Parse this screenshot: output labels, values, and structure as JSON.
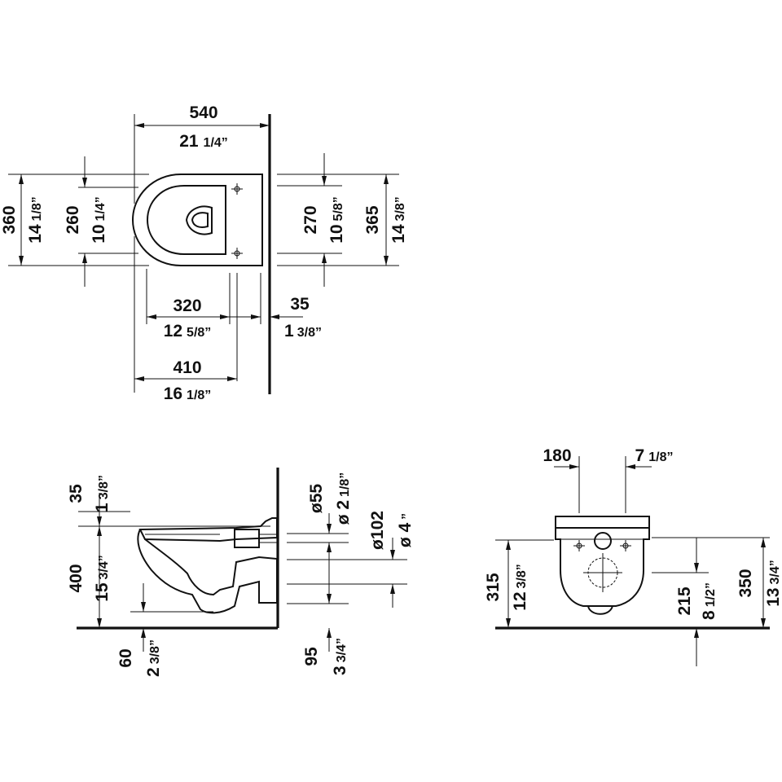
{
  "top_view": {
    "width_mm": "540",
    "width_in_a": "21",
    "width_in_b": "1/4”",
    "depth_mm": "360",
    "depth_in_a": "14",
    "depth_in_b": "1/8”",
    "seat_mm": "260",
    "seat_in_a": "10",
    "seat_in_b": "1/4”",
    "bolt_mm": "270",
    "bolt_in_a": "10",
    "bolt_in_b": "5/8”",
    "total_mm": "365",
    "total_in_a": "14",
    "total_in_b": "3/8”",
    "front_mm": "320",
    "front_in_a": "12",
    "front_in_b": "5/8”",
    "wall_gap_mm": "35",
    "wall_gap_in_a": "1",
    "wall_gap_in_b": "3/8”",
    "bowl_mm": "410",
    "bowl_in_a": "16",
    "bowl_in_b": "1/8”"
  },
  "side_view": {
    "rim_mm": "35",
    "rim_in_a": "1",
    "rim_in_b": "3/8”",
    "height_mm": "400",
    "height_in_a": "15",
    "height_in_b": "3/4”",
    "floor_mm": "60",
    "floor_in_a": "2",
    "floor_in_b": "3/8”",
    "inlet_mm": "ø55",
    "inlet_in_a": "ø 2",
    "inlet_in_b": "1/8”",
    "outlet_mm": "ø102",
    "outlet_in_a": "ø 4",
    "outlet_in_b": "”",
    "outlet_h_mm": "95",
    "outlet_h_in_a": "3",
    "outlet_h_in_b": "3/4”"
  },
  "rear_view": {
    "half_w_mm": "180",
    "half_w_in_a": "7",
    "half_w_in_b": "1/8”",
    "seat_h_mm": "315",
    "seat_h_in_a": "12",
    "seat_h_in_b": "3/8”",
    "outlet_h_mm": "215",
    "outlet_h_in_a": "8",
    "outlet_h_in_b": "1/2”",
    "total_h_mm": "350",
    "total_h_in_a": "13",
    "total_h_in_b": "3/4”"
  }
}
